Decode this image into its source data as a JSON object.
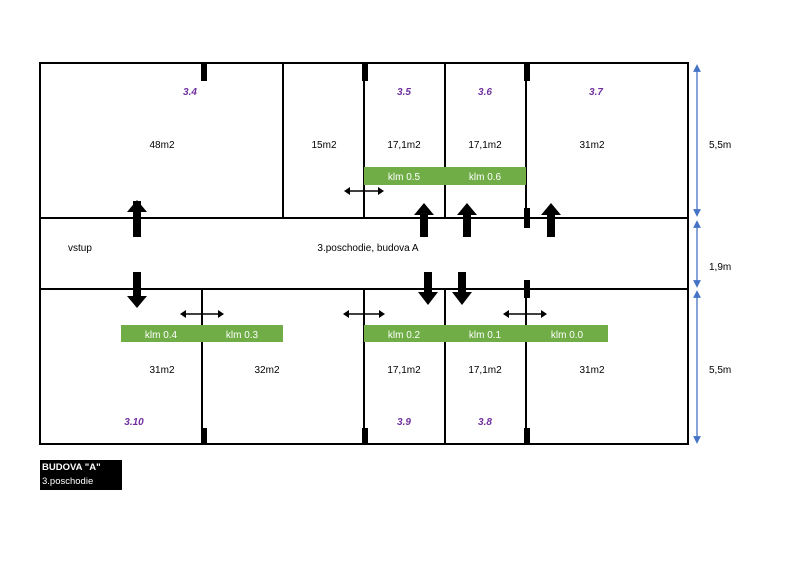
{
  "colors": {
    "wall": "#000000",
    "ac_unit": "#70ad47",
    "room_number": "#7030a0",
    "dimension_line": "#4472c4",
    "ac_text": "#ffffff"
  },
  "corridor": {
    "entrance_label": "vstup",
    "title": "3.poschodie, budova A"
  },
  "rooms": [
    {
      "id": "r34",
      "number": "3.4",
      "area": "48m2"
    },
    {
      "id": "r15",
      "number": "",
      "area": "15m2"
    },
    {
      "id": "r35",
      "number": "3.5",
      "area": "17,1m2"
    },
    {
      "id": "r36",
      "number": "3.6",
      "area": "17,1m2"
    },
    {
      "id": "r37",
      "number": "3.7",
      "area": "31m2"
    },
    {
      "id": "r310",
      "number": "3.10",
      "area": "31m2"
    },
    {
      "id": "r32",
      "number": "",
      "area": "32m2"
    },
    {
      "id": "r39",
      "number": "3.9",
      "area": "17,1m2"
    },
    {
      "id": "r38",
      "number": "3.8",
      "area": "17,1m2"
    },
    {
      "id": "rlast",
      "number": "",
      "area": "31m2"
    }
  ],
  "ac_units": [
    {
      "id": "klm05",
      "label": "klm 0.5"
    },
    {
      "id": "klm06",
      "label": "klm 0.6"
    },
    {
      "id": "klm04",
      "label": "klm 0.4"
    },
    {
      "id": "klm03",
      "label": "klm 0.3"
    },
    {
      "id": "klm02",
      "label": "klm 0.2"
    },
    {
      "id": "klm01",
      "label": "klm 0.1"
    },
    {
      "id": "klm00",
      "label": "klm 0.0"
    }
  ],
  "dimensions": {
    "top_depth": "5,5m",
    "corridor_width": "1,9m",
    "bottom_depth": "5,5m"
  },
  "legend": {
    "building": "BUDOVA \"A\"",
    "floor": "3.poschodie"
  }
}
